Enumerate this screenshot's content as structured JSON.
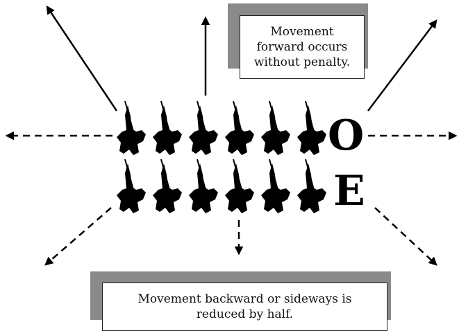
{
  "notes": {
    "forward": "Movement forward occurs without penalty.",
    "backward": "Movement backward or sideways is reduced by half."
  },
  "formation": {
    "rows": 2,
    "figures_per_row": 6,
    "letters": [
      "O",
      "E"
    ]
  },
  "arrows": {
    "solid": [
      "forward",
      "forward-left",
      "forward-right"
    ],
    "dashed": [
      "left",
      "right",
      "backward",
      "backward-left",
      "backward-right"
    ]
  },
  "colors": {
    "ink": "#000000",
    "shadow": "#8a8a8a",
    "box_fill": "#ffffff"
  }
}
